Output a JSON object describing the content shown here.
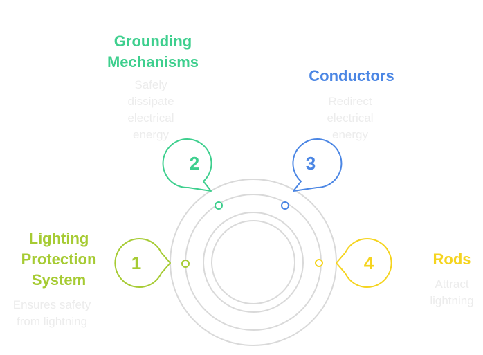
{
  "colors": {
    "ring": "#d9d9d9",
    "lime": "#a6cb33",
    "green": "#3ecf8e",
    "blue": "#4b86e4",
    "yellow": "#f5d41f",
    "desc": "#ececec"
  },
  "steps": [
    {
      "number": "1",
      "title": "Lighting\nProtection\nSystem",
      "description": "Ensures safety\nfrom lightning",
      "color": "#a6cb33"
    },
    {
      "number": "2",
      "title": "Grounding\nMechanisms",
      "description": "Safely\ndissipate\nelectrical\nenergy",
      "color": "#3ecf8e"
    },
    {
      "number": "3",
      "title": "Conductors",
      "description": "Redirect\nelectrical\nenergy",
      "color": "#4b86e4"
    },
    {
      "number": "4",
      "title": "Rods",
      "description": "Attract\nlightning",
      "color": "#f5d41f"
    }
  ]
}
